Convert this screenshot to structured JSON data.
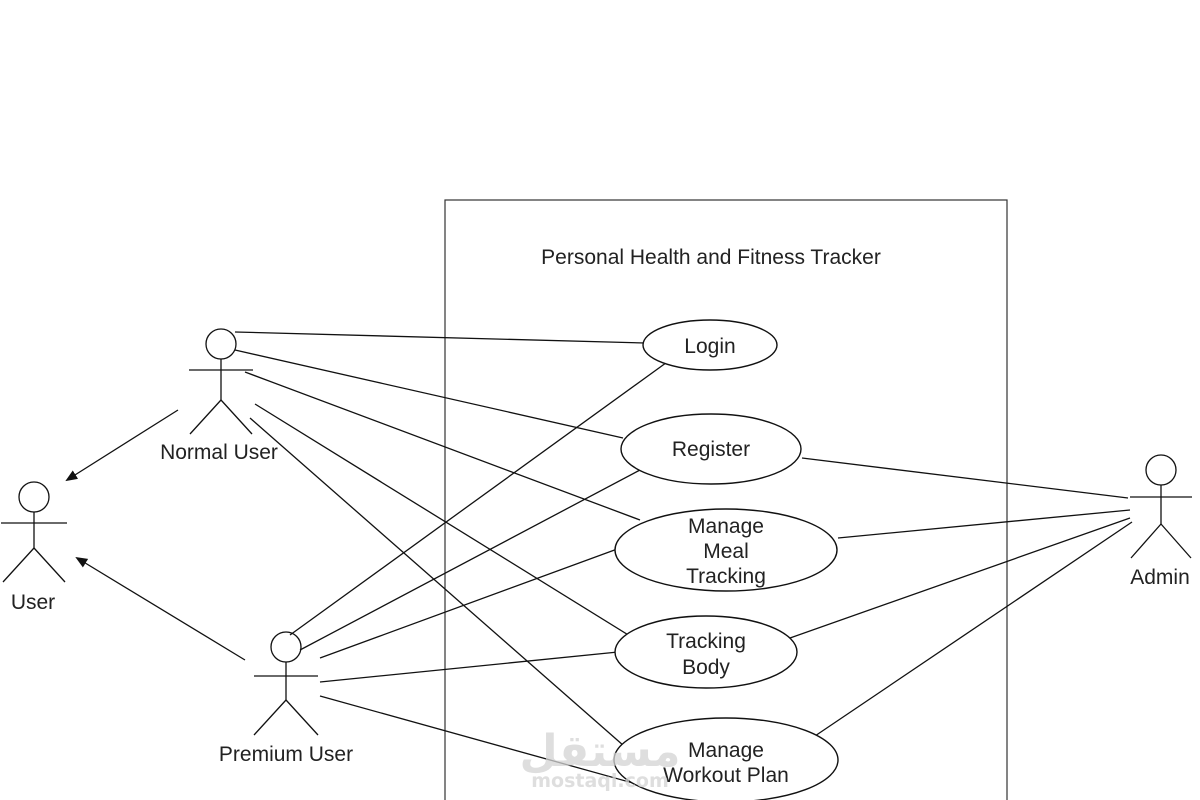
{
  "system": {
    "title": "Personal Health and Fitness Tracker"
  },
  "actors": {
    "normal_user": "Normal User",
    "user": "User",
    "premium_user": "Premium User",
    "admin": "Admin"
  },
  "use_cases": {
    "login": "Login",
    "register": "Register",
    "meal": [
      "Manage",
      "Meal",
      "Tracking"
    ],
    "body": [
      "Tracking",
      "Body"
    ],
    "workout": [
      "Manage",
      "Workout Plan"
    ]
  },
  "watermark": {
    "arabic": "مستقل",
    "latin": "mostaql.com"
  }
}
